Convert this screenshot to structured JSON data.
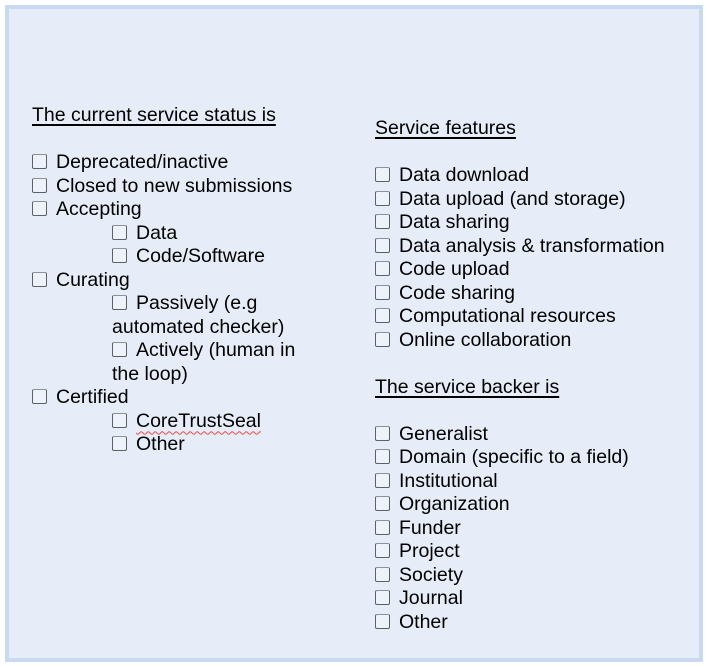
{
  "panel": {
    "background_color": "#e6edf8",
    "border_color": "#c9d9f2",
    "spellcheck_squiggle_color": "#f04a3e"
  },
  "sections": [
    {
      "id": "service-status",
      "heading": "The current service status is",
      "items": [
        {
          "label": "Deprecated/inactive",
          "indent": 0,
          "checked": false
        },
        {
          "label": "Closed to new submissions",
          "indent": 0,
          "checked": false
        },
        {
          "label": "Accepting",
          "indent": 0,
          "checked": false
        },
        {
          "label": "Data",
          "indent": 1,
          "checked": false
        },
        {
          "label": "Code/Software",
          "indent": 1,
          "checked": false
        },
        {
          "label": "Curating",
          "indent": 0,
          "checked": false
        },
        {
          "label": "Passively (e.g automated checker)",
          "indent": 1,
          "checked": false
        },
        {
          "label": "Actively (human in the loop)",
          "indent": 1,
          "checked": false
        },
        {
          "label": "Certified",
          "indent": 0,
          "checked": false
        },
        {
          "label": "CoreTrustSeal",
          "indent": 1,
          "checked": false,
          "misspelled": true
        },
        {
          "label": "Other",
          "indent": 1,
          "checked": false
        }
      ]
    },
    {
      "id": "service-features",
      "heading": "Service features",
      "items": [
        {
          "label": "Data download",
          "indent": 0,
          "checked": false
        },
        {
          "label": "Data upload (and storage)",
          "indent": 0,
          "checked": false
        },
        {
          "label": "Data sharing",
          "indent": 0,
          "checked": false
        },
        {
          "label": "Data analysis & transformation",
          "indent": 0,
          "checked": false
        },
        {
          "label": "Code upload",
          "indent": 0,
          "checked": false
        },
        {
          "label": "Code sharing",
          "indent": 0,
          "checked": false
        },
        {
          "label": "Computational resources",
          "indent": 0,
          "checked": false
        },
        {
          "label": "Online collaboration",
          "indent": 0,
          "checked": false
        }
      ]
    },
    {
      "id": "service-backer",
      "heading": "The service backer is",
      "items": [
        {
          "label": "Generalist",
          "indent": 0,
          "checked": false
        },
        {
          "label": "Domain (specific to a field)",
          "indent": 0,
          "checked": false
        },
        {
          "label": "Institutional",
          "indent": 0,
          "checked": false
        },
        {
          "label": "Organization",
          "indent": 0,
          "checked": false
        },
        {
          "label": "Funder",
          "indent": 0,
          "checked": false
        },
        {
          "label": "Project",
          "indent": 0,
          "checked": false
        },
        {
          "label": "Society",
          "indent": 0,
          "checked": false
        },
        {
          "label": "Journal",
          "indent": 0,
          "checked": false
        },
        {
          "label": "Other",
          "indent": 0,
          "checked": false
        }
      ]
    }
  ]
}
